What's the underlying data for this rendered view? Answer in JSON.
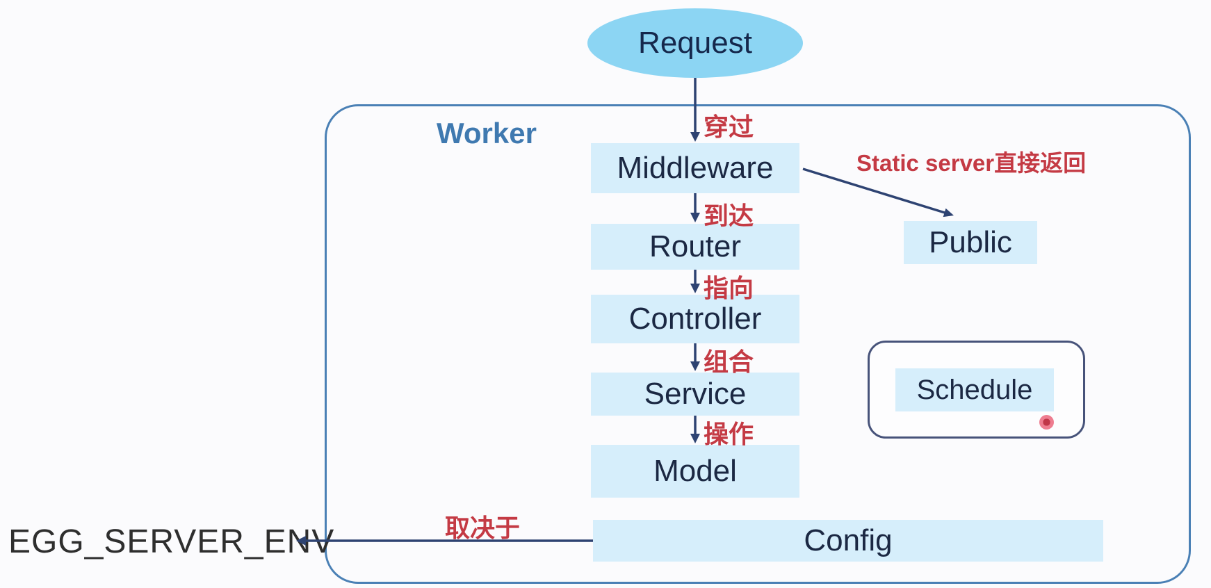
{
  "diagram": {
    "request": "Request",
    "worker": "Worker",
    "pipeline": [
      "Middleware",
      "Router",
      "Controller",
      "Service",
      "Model"
    ],
    "public": "Public",
    "schedule": "Schedule",
    "config": "Config",
    "egg_env": "EGG_SERVER_ENV",
    "edge_labels": {
      "request_to_middleware": "穿过",
      "middleware_to_router": "到达",
      "router_to_controller": "指向",
      "controller_to_service": "组合",
      "service_to_model": "操作",
      "middleware_to_public": "Static server直接返回",
      "config_to_egg_env": "取决于"
    },
    "colors": {
      "node_fill": "#d6eefb",
      "request_fill": "#8cd5f3",
      "node_text": "#1b2843",
      "worker_border": "#4a80b5",
      "worker_label": "#3f79b0",
      "arrow": "#2e4372",
      "red_label": "#c43a44",
      "egg_env_text": "#2e2e2e",
      "pointer_dot": "#ee7d90"
    }
  }
}
